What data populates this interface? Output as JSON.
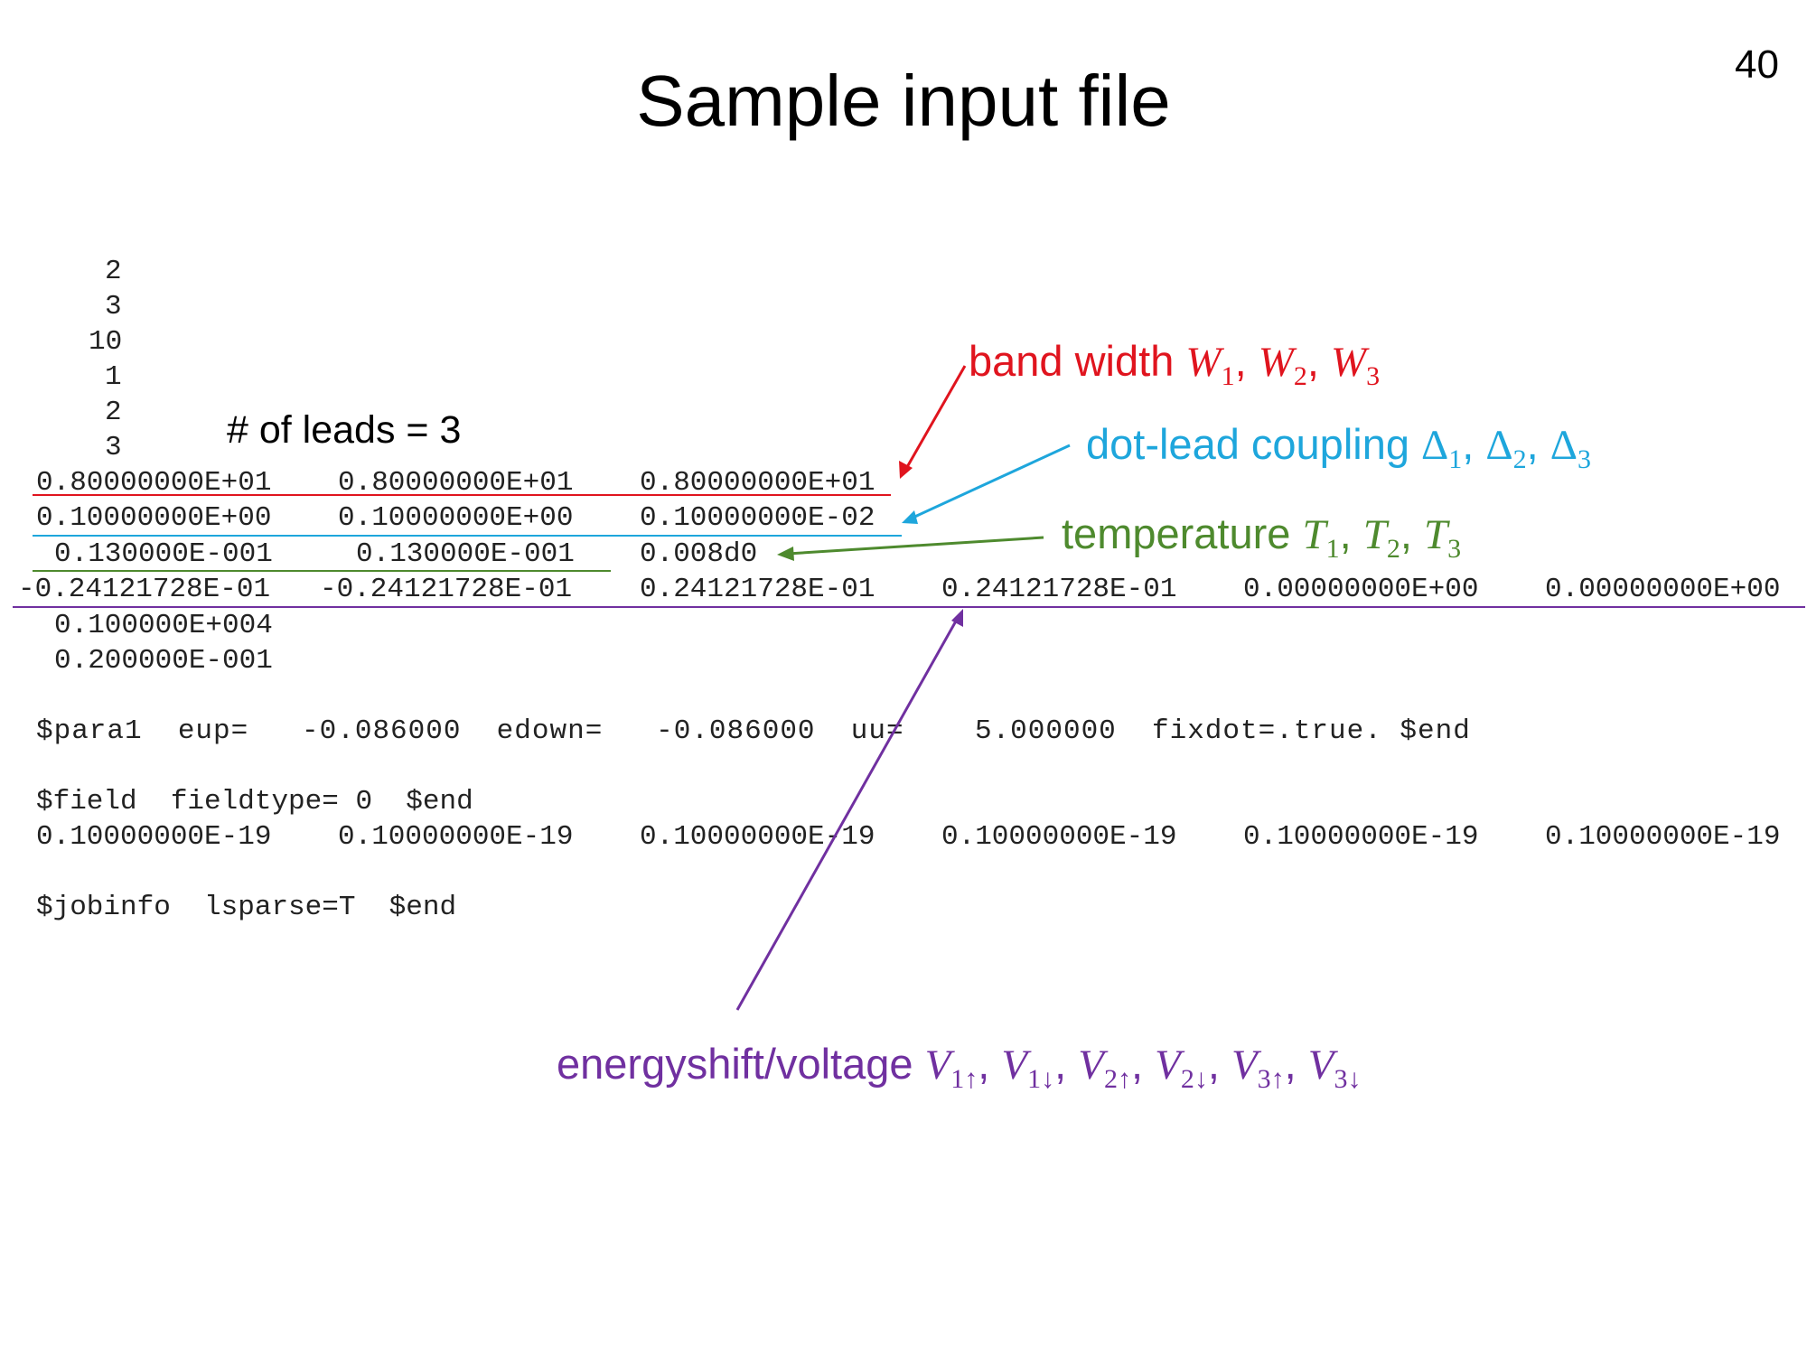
{
  "slide": {
    "title": "Sample input file",
    "page_number": "40"
  },
  "leads_note": "# of leads  = 3",
  "input_file": {
    "header_lines": [
      "2",
      "3",
      "10",
      "1",
      "2",
      "3"
    ],
    "bandwidth_row": [
      "0.80000000E+01",
      "0.80000000E+01",
      "0.80000000E+01"
    ],
    "coupling_row": [
      "0.10000000E+00",
      "0.10000000E+00",
      "0.10000000E-02"
    ],
    "temperature_row": [
      "0.130000E-001",
      "0.130000E-001",
      "0.008d0"
    ],
    "energyshift_row": [
      "-0.24121728E-01",
      "-0.24121728E-01",
      "0.24121728E-01",
      "0.24121728E-01",
      "0.00000000E+00",
      "0.00000000E+00"
    ],
    "extra_lines": [
      "0.100000E+004",
      "0.200000E-001"
    ],
    "para1_line": "$para1  eup=   -0.086000  edown=   -0.086000  uu=    5.000000  fixdot=.true. $end",
    "field_line": "$field  fieldtype= 0  $end",
    "field_values_row": [
      "0.10000000E-19",
      "0.10000000E-19",
      "0.10000000E-19",
      "0.10000000E-19",
      "0.10000000E-19",
      "0.10000000E-19"
    ],
    "jobinfo_line": "$jobinfo  lsparse=T  $end"
  },
  "annotations": {
    "bandwidth": {
      "text": "band width ",
      "vars": [
        {
          "sym": "W",
          "sub": "1"
        },
        {
          "sym": "W",
          "sub": "2"
        },
        {
          "sym": "W",
          "sub": "3"
        }
      ],
      "color": "#e0141e"
    },
    "coupling": {
      "text": "dot-lead coupling ",
      "vars": [
        {
          "sym": "Δ",
          "sub": "1"
        },
        {
          "sym": "Δ",
          "sub": "2"
        },
        {
          "sym": "Δ",
          "sub": "3"
        }
      ],
      "color": "#1ea6dc"
    },
    "temperature": {
      "text": "temperature ",
      "vars": [
        {
          "sym": "T",
          "sub": "1"
        },
        {
          "sym": "T",
          "sub": "2"
        },
        {
          "sym": "T",
          "sub": "3"
        }
      ],
      "color": "#4e8a2e"
    },
    "energyshift": {
      "text": "energyshift/voltage ",
      "vars": [
        {
          "sym": "V",
          "sub": "1↑"
        },
        {
          "sym": "V",
          "sub": "1↓"
        },
        {
          "sym": "V",
          "sub": "2↑"
        },
        {
          "sym": "V",
          "sub": "2↓"
        },
        {
          "sym": "V",
          "sub": "3↑"
        },
        {
          "sym": "V",
          "sub": "3↓"
        }
      ],
      "color": "#7030a0"
    }
  }
}
